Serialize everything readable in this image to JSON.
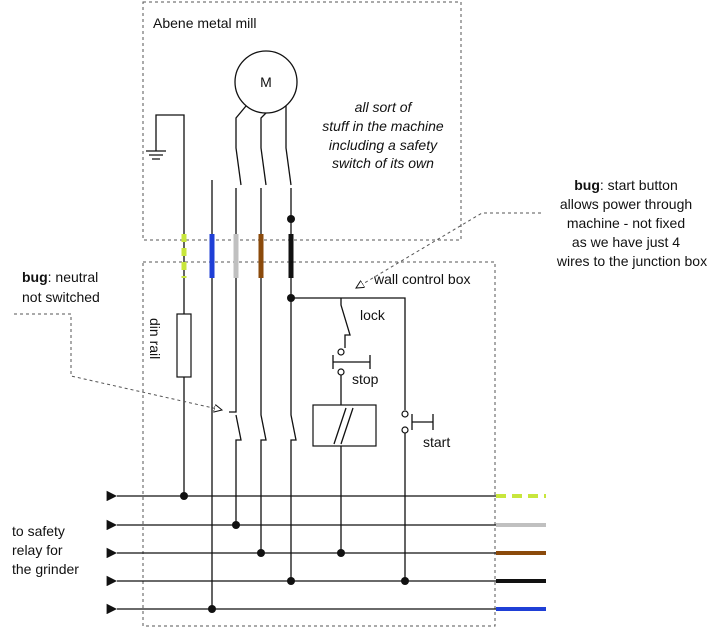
{
  "mill_box": {
    "title": "Abene metal mill"
  },
  "motor": {
    "label": "M"
  },
  "machine_note": [
    "all sort of",
    "stuff in  the machine",
    "including a safety",
    "switch of its own"
  ],
  "start_bug": {
    "keyword": "bug",
    "lines": [
      ": start button",
      "allows power through",
      "machine - not fixed",
      "as we have just 4",
      "wires to the junction box"
    ]
  },
  "neutral_bug": {
    "keyword": "bug",
    "lines": [
      ": neutral",
      "not switched"
    ]
  },
  "control_box": {
    "title": "wall  control box"
  },
  "din_rail": {
    "label": "din rail"
  },
  "buttons": {
    "lock": "lock",
    "stop": "stop",
    "start": "start"
  },
  "destination": {
    "lines": [
      "to safety",
      "relay for",
      "the grinder"
    ]
  },
  "wire_colors": {
    "earth": "#c8e63c",
    "earth_stripe": "#b5e61d",
    "grey": "#c0c0c0",
    "brown": "#8b4a0b",
    "black": "#111111",
    "blue": "#1f3fd6"
  }
}
